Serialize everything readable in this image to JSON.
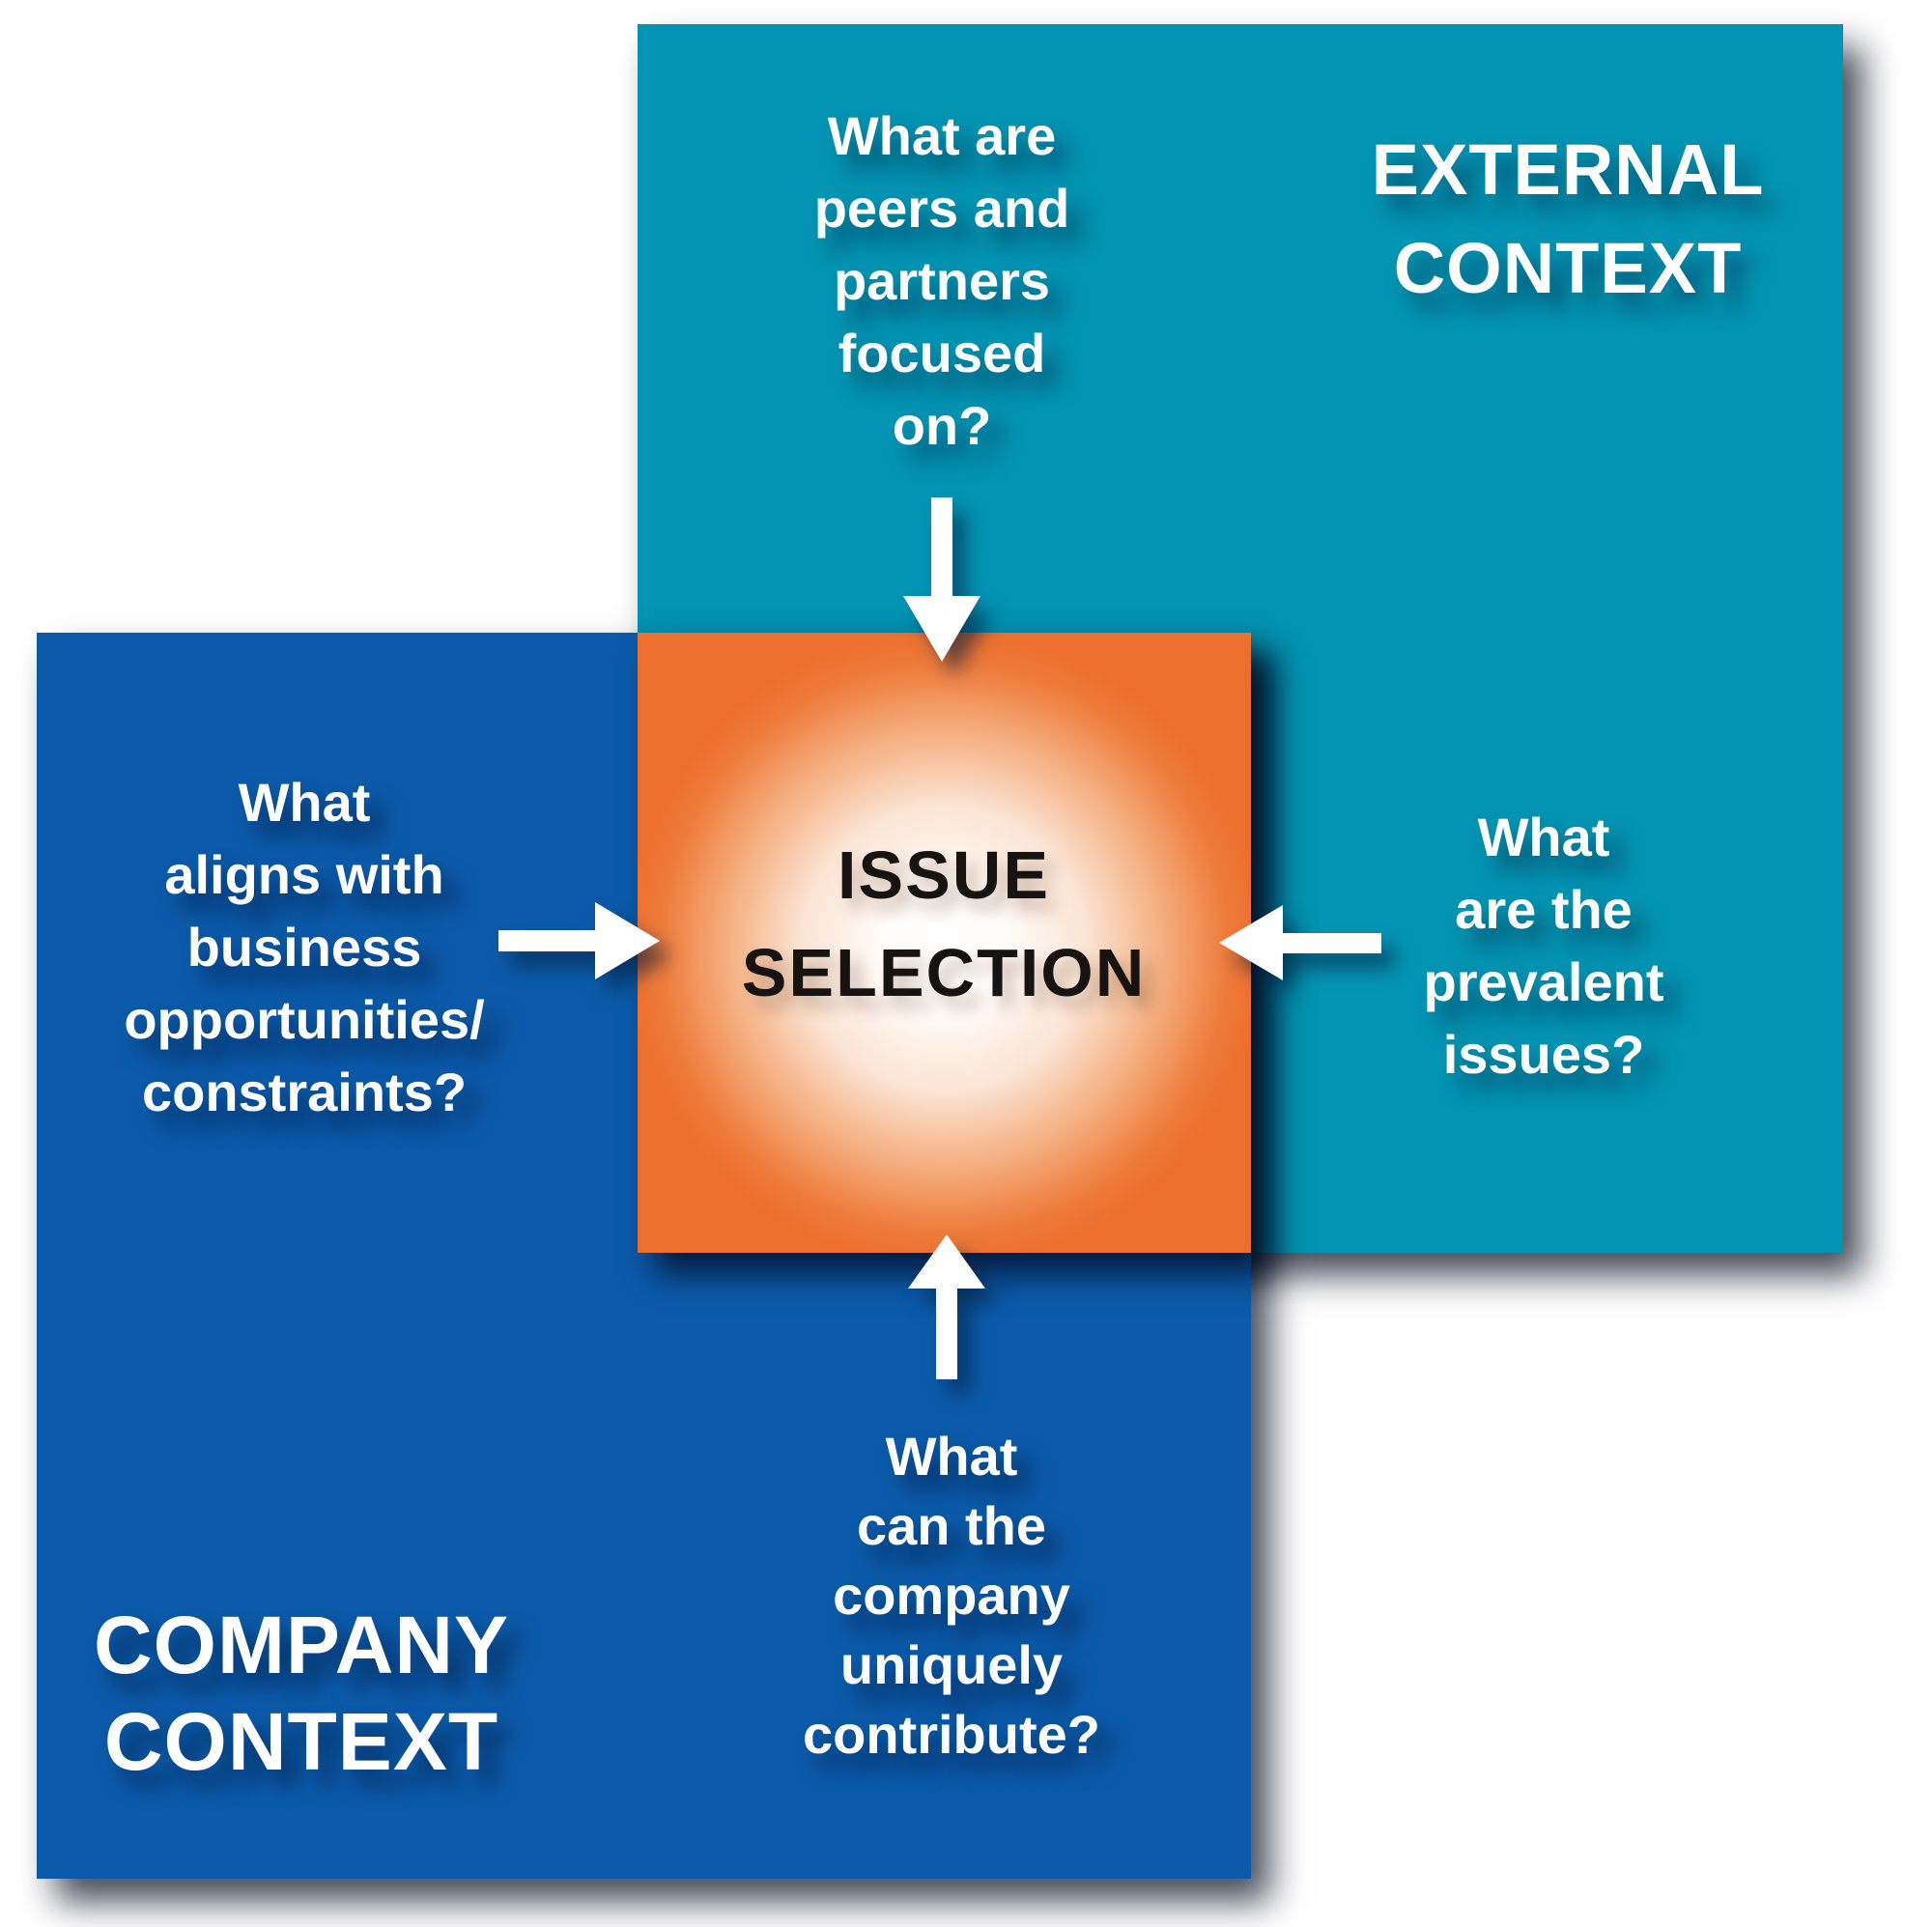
{
  "diagram": {
    "external_panel": {
      "title": "EXTERNAL\nCONTEXT",
      "color": "#0494B3"
    },
    "company_panel": {
      "title": "COMPANY\nCONTEXT",
      "color": "#0B5AA9"
    },
    "center_box": {
      "label": "ISSUE\nSELECTION",
      "color": "#ED6F2E",
      "core_color": "#FFFFFF",
      "text_color": "#161311"
    },
    "questions": {
      "top": "What are\npeers and\npartners\nfocused\non?",
      "right": "What\nare the\nprevalent\nissues?",
      "left": "What\naligns with\nbusiness\nopportunities/\nconstraints?",
      "bottom": "What\ncan the\ncompany\nuniquely\ncontribute?"
    },
    "text_color": "#FFFFFF"
  }
}
